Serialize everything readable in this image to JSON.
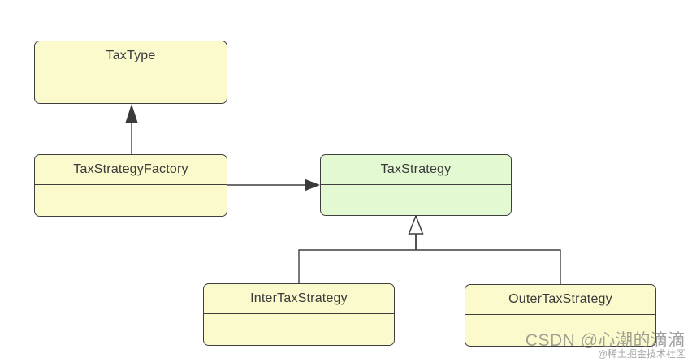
{
  "classes": {
    "tax_type": {
      "label": "TaxType",
      "fill": "#fbfacc"
    },
    "tax_strategy_factory": {
      "label": "TaxStrategyFactory",
      "fill": "#fbfacc"
    },
    "tax_strategy": {
      "label": "TaxStrategy",
      "fill": "#e3f9d2"
    },
    "inter_tax_strategy": {
      "label": "InterTaxStrategy",
      "fill": "#fbfacc"
    },
    "outer_tax_strategy": {
      "label": "OuterTaxStrategy",
      "fill": "#fbfacc"
    }
  },
  "relations": [
    {
      "from": "TaxStrategyFactory",
      "to": "TaxType",
      "type": "directed-association"
    },
    {
      "from": "TaxStrategyFactory",
      "to": "TaxStrategy",
      "type": "directed-association"
    },
    {
      "from": "InterTaxStrategy",
      "to": "TaxStrategy",
      "type": "generalization"
    },
    {
      "from": "OuterTaxStrategy",
      "to": "TaxStrategy",
      "type": "generalization"
    }
  ],
  "colors": {
    "class_fill_yellow": "#fbfacc",
    "class_fill_green": "#e3f9d2",
    "border": "#3f3f3f",
    "line": "#3f3f3f",
    "background": "#ffffff",
    "watermark_primary": "#7d7d7d",
    "watermark_secondary": "#969696"
  },
  "watermark": {
    "line1": "CSDN @心潮的滴滴",
    "line2": "@稀土掘金技术社区"
  }
}
